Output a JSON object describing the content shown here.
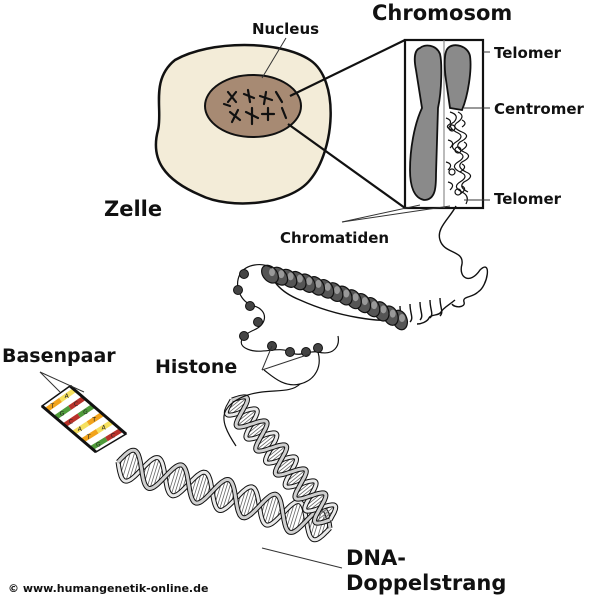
{
  "labels": {
    "chromosom": "Chromosom",
    "nucleus": "Nucleus",
    "telomer_top": "Telomer",
    "centromer": "Centromer",
    "telomer_bottom": "Telomer",
    "zelle": "Zelle",
    "chromatiden": "Chromatiden",
    "basenpaar": "Basenpaar",
    "histone": "Histone",
    "dna_line1": "DNA-",
    "dna_line2": "Doppelstrang"
  },
  "copyright": "© www.humangenetik-online.de",
  "base_pairs": [
    [
      "T",
      "A"
    ],
    [
      "G",
      "C"
    ],
    [
      "C",
      "G"
    ],
    [
      "A",
      "T"
    ],
    [
      "T",
      "A"
    ],
    [
      "G",
      "C"
    ]
  ],
  "colors": {
    "cell_fill": "#f3ecd8",
    "nucleus_fill": "#a78a73",
    "chromosome_fill": "#8a8a8a",
    "base_orange": "#f2a31b",
    "base_yellow": "#f6e05e",
    "base_green": "#4f9b3a",
    "base_red": "#b8322a",
    "outline": "#111111"
  }
}
